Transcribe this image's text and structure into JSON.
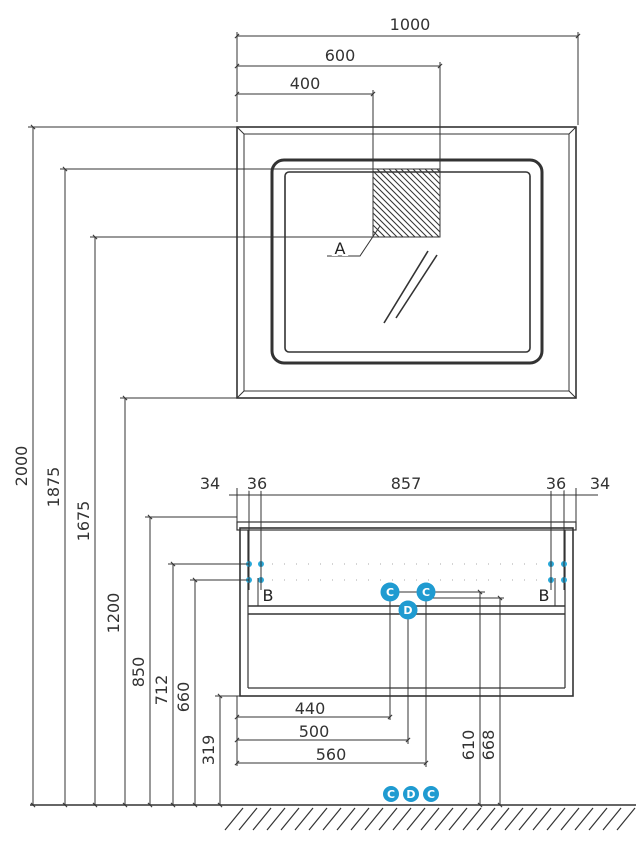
{
  "dimensions": {
    "mirror_width": "1000",
    "shade_width": "600",
    "shade_offset": "400",
    "height_mirror_top": "2000",
    "height_frame_top": "1875",
    "height_shade_bottom": "1675",
    "height_mirror_bottom": "1200",
    "cabinet_left_side": "34",
    "cabinet_left_inner": "36",
    "cabinet_inner_width": "857",
    "cabinet_right_inner": "36",
    "cabinet_right_side": "34",
    "height_cabinet_top": "850",
    "height_mount_upper": "712",
    "height_mount_lower": "660",
    "height_cabinet_bottom": "319",
    "width_440": "440",
    "width_500": "500",
    "width_560": "560",
    "height_610": "610",
    "height_668": "668"
  },
  "callouts": {
    "a": "A",
    "b_left": "B",
    "b_right": "B"
  },
  "markers": {
    "c": "C",
    "d": "D"
  },
  "colors": {
    "line": "#333333",
    "marker": "#1f9bd1",
    "marker_dot": "#2aa8d8"
  }
}
